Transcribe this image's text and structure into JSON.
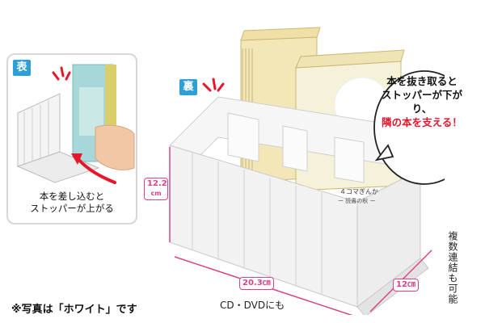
{
  "inset": {
    "tag": "表",
    "caption_line1": "本を差し込むと",
    "caption_line2": "ストッパーが上がる"
  },
  "main": {
    "tag": "裏",
    "book_cover_line1": "４コマぎんか",
    "book_cover_line2": "ー 読書の秋 ー"
  },
  "bubble": {
    "line1": "本を抜き取ると",
    "line2": "ストッパーが下がり、",
    "line3": "隣の本を支える！"
  },
  "dimensions": {
    "height": "12.2",
    "height_unit": "cm",
    "width": "20.3㎝",
    "depth": "12㎝"
  },
  "notes": {
    "cd_dvd": "CD・DVDにも",
    "multi": "複数連結も可能",
    "color_note": "※写真は「ホワイト」です"
  },
  "colors": {
    "accent_blue": "#2e9fd7",
    "accent_pink": "#d9428b",
    "accent_red": "#e6172d"
  }
}
